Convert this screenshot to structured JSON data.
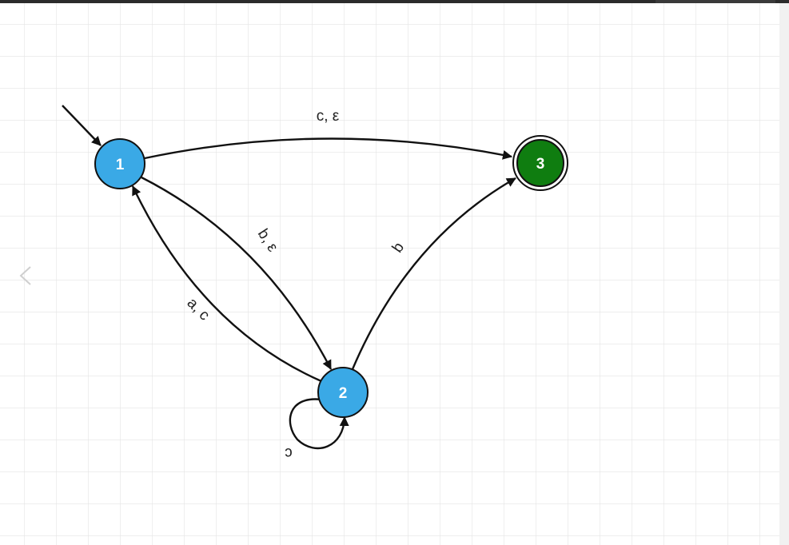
{
  "colors": {
    "grid": "#e4e4e4",
    "state_fill": "#3aa9e6",
    "accept_fill": "#0f7d10",
    "stroke": "#111111",
    "background": "#ffffff"
  },
  "states": [
    {
      "label": "1",
      "initial": true,
      "accepting": false
    },
    {
      "label": "2",
      "initial": false,
      "accepting": false
    },
    {
      "label": "3",
      "initial": false,
      "accepting": true
    }
  ],
  "transitions": [
    {
      "from": "1",
      "to": "3",
      "label": "c, ε"
    },
    {
      "from": "1",
      "to": "2",
      "label": "b, ε"
    },
    {
      "from": "2",
      "to": "1",
      "label": "a, c"
    },
    {
      "from": "2",
      "to": "3",
      "label": "b"
    },
    {
      "from": "2",
      "to": "2",
      "label": "c"
    }
  ],
  "ui": {
    "prev_icon": "chevron-left-icon"
  }
}
